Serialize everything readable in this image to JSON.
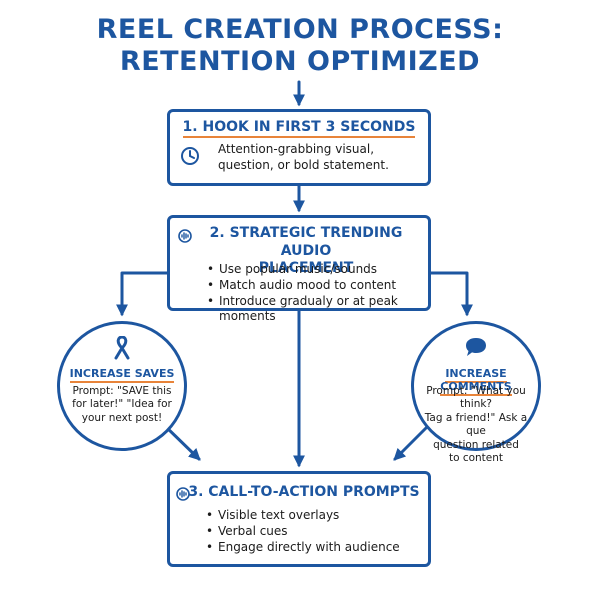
{
  "title": {
    "line1": "REEL CREATION PROCESS:",
    "line2": "RETENTION OPTIMIZED"
  },
  "colors": {
    "primary": "#1d56a0",
    "accent": "#e8843a",
    "text": "#1b1b1b"
  },
  "steps": {
    "hook": {
      "heading": "1. HOOK IN FIRST 3 SECONDS",
      "icon": "clock-icon",
      "text_lines": [
        "Attention-grabbing visual,",
        "question, or bold statement."
      ]
    },
    "audio": {
      "heading_line1": "2. STRATEGIC TRENDING AUDIO",
      "heading_line2": "PLACEMENT",
      "icon": "audio-wave-icon",
      "bullets": [
        "Use popular music/sounds",
        "Match audio mood to content",
        "Introduce gradualy or at peak moments"
      ]
    },
    "cta": {
      "heading": "3. CALL-TO-ACTION PROMPTS",
      "icon": "audio-wave-icon",
      "bullets": [
        "Visible text overlays",
        "Verbal cues",
        "Engage directly with audience"
      ]
    }
  },
  "branches": {
    "saves": {
      "heading": "INCREASE SAVES",
      "icon": "ribbon-icon",
      "text_lines": [
        "Prompt: \"SAVE this",
        "for later!\" \"Idea for",
        "your next post!"
      ]
    },
    "comments": {
      "heading": "INCREASE COMMENTS",
      "icon": "speech-bubble-icon",
      "text_lines": [
        "Prompt: \"What you think?",
        "Tag a friend!\" Ask a que",
        "question related",
        "to content"
      ]
    }
  }
}
